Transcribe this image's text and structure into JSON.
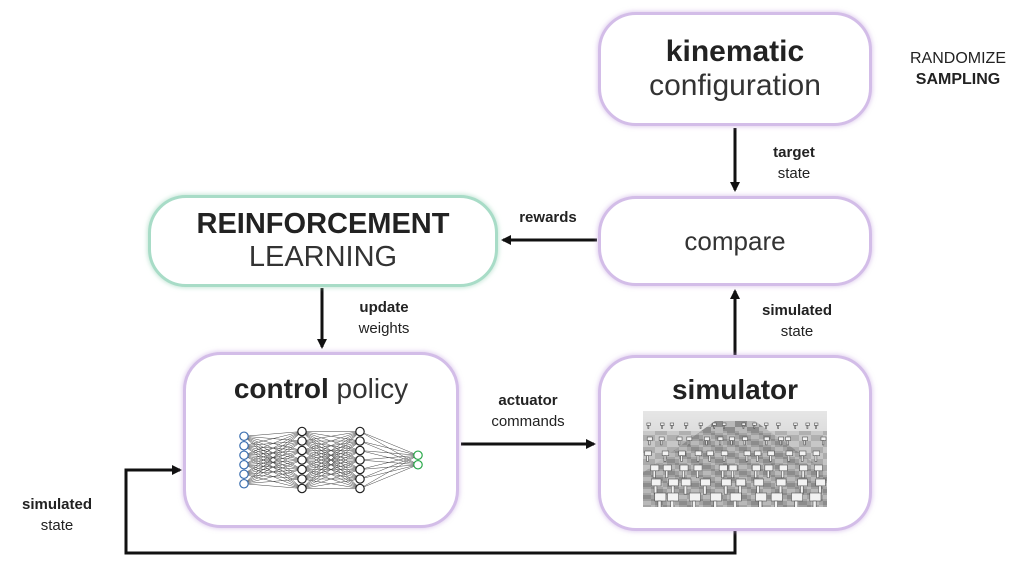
{
  "boxes": {
    "kinematic": {
      "line1": "kinematic",
      "line2": "configuration"
    },
    "compare": {
      "label": "compare"
    },
    "reinforcement": {
      "line1": "REINFORCEMENT",
      "line2": "LEARNING"
    },
    "control_policy": {
      "bold": "control",
      "normal": " policy"
    },
    "simulator": {
      "label": "simulator"
    }
  },
  "randomize": {
    "line1": "RANDOMIZE",
    "line2": "SAMPLING"
  },
  "arrow_labels": {
    "target_state": {
      "bold": "target",
      "normal": "state"
    },
    "rewards": {
      "bold": "rewards"
    },
    "update_weights": {
      "bold": "update",
      "normal": "weights"
    },
    "simulated_state_right": {
      "bold": "simulated",
      "normal": "state"
    },
    "actuator_commands": {
      "bold": "actuator",
      "normal": "commands"
    },
    "simulated_state_left": {
      "bold": "simulated",
      "normal": "state"
    }
  },
  "colors": {
    "box_border": "#d3bde8",
    "rl_border": "#a8dcc7",
    "arrow": "#111111",
    "nn_input": "#3b6fb0",
    "nn_hidden": "#222222",
    "nn_output": "#2aa84a"
  }
}
